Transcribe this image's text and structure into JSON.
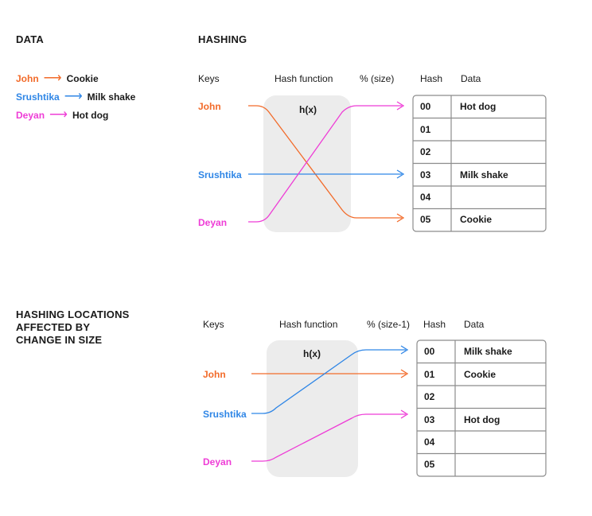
{
  "colors": {
    "john": "#f26b2a",
    "srushtika": "#2f86e6",
    "deyan": "#ee3cd6",
    "hash_box": "#ececec",
    "table_border": "#8c8c8c"
  },
  "data_section": {
    "title": "DATA",
    "pairs": [
      {
        "key": "John",
        "value": "Cookie"
      },
      {
        "key": "Srushtika",
        "value": "Milk shake"
      },
      {
        "key": "Deyan",
        "value": "Hot dog"
      }
    ]
  },
  "hashing": {
    "title": "HASHING",
    "headers": {
      "keys": "Keys",
      "hash_function": "Hash function",
      "modulo": "% (size)",
      "hash": "Hash",
      "data": "Data"
    },
    "fn_label": "h(x)",
    "keys": [
      "John",
      "Srushtika",
      "Deyan"
    ],
    "table": [
      {
        "hash": "00",
        "data": "Hot dog"
      },
      {
        "hash": "01",
        "data": ""
      },
      {
        "hash": "02",
        "data": ""
      },
      {
        "hash": "03",
        "data": "Milk shake"
      },
      {
        "hash": "04",
        "data": ""
      },
      {
        "hash": "05",
        "data": "Cookie"
      }
    ]
  },
  "resized": {
    "title_lines": [
      "HASHING LOCATIONS",
      "AFFECTED BY",
      "CHANGE IN SIZE"
    ],
    "headers": {
      "keys": "Keys",
      "hash_function": "Hash function",
      "modulo": "% (size-1)",
      "hash": "Hash",
      "data": "Data"
    },
    "fn_label": "h(x)",
    "keys": [
      "John",
      "Srushtika",
      "Deyan"
    ],
    "table": [
      {
        "hash": "00",
        "data": "Milk shake"
      },
      {
        "hash": "01",
        "data": "Cookie"
      },
      {
        "hash": "02",
        "data": ""
      },
      {
        "hash": "03",
        "data": "Hot dog"
      },
      {
        "hash": "04",
        "data": ""
      },
      {
        "hash": "05",
        "data": ""
      }
    ]
  }
}
